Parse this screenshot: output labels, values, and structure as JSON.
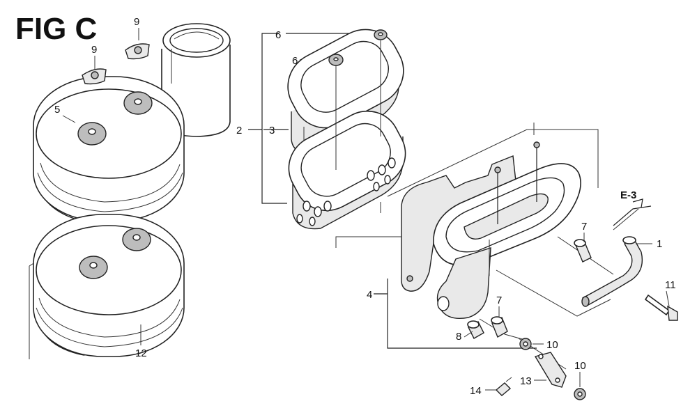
{
  "figure": {
    "title": "FIG C",
    "reference": "E-3"
  },
  "callouts": [
    {
      "id": "c1",
      "text": "1"
    },
    {
      "id": "c2",
      "text": "2"
    },
    {
      "id": "c3",
      "text": "3"
    },
    {
      "id": "c4",
      "text": "4"
    },
    {
      "id": "c5",
      "text": "5"
    },
    {
      "id": "c6a",
      "text": "6"
    },
    {
      "id": "c6b",
      "text": "6"
    },
    {
      "id": "c7a",
      "text": "7"
    },
    {
      "id": "c7b",
      "text": "7"
    },
    {
      "id": "c8",
      "text": "8"
    },
    {
      "id": "c9a",
      "text": "9"
    },
    {
      "id": "c9b",
      "text": "9"
    },
    {
      "id": "c10a",
      "text": "10"
    },
    {
      "id": "c10b",
      "text": "10"
    },
    {
      "id": "c11",
      "text": "11"
    },
    {
      "id": "c12",
      "text": "12"
    },
    {
      "id": "c13",
      "text": "13"
    },
    {
      "id": "c14",
      "text": "14"
    }
  ]
}
